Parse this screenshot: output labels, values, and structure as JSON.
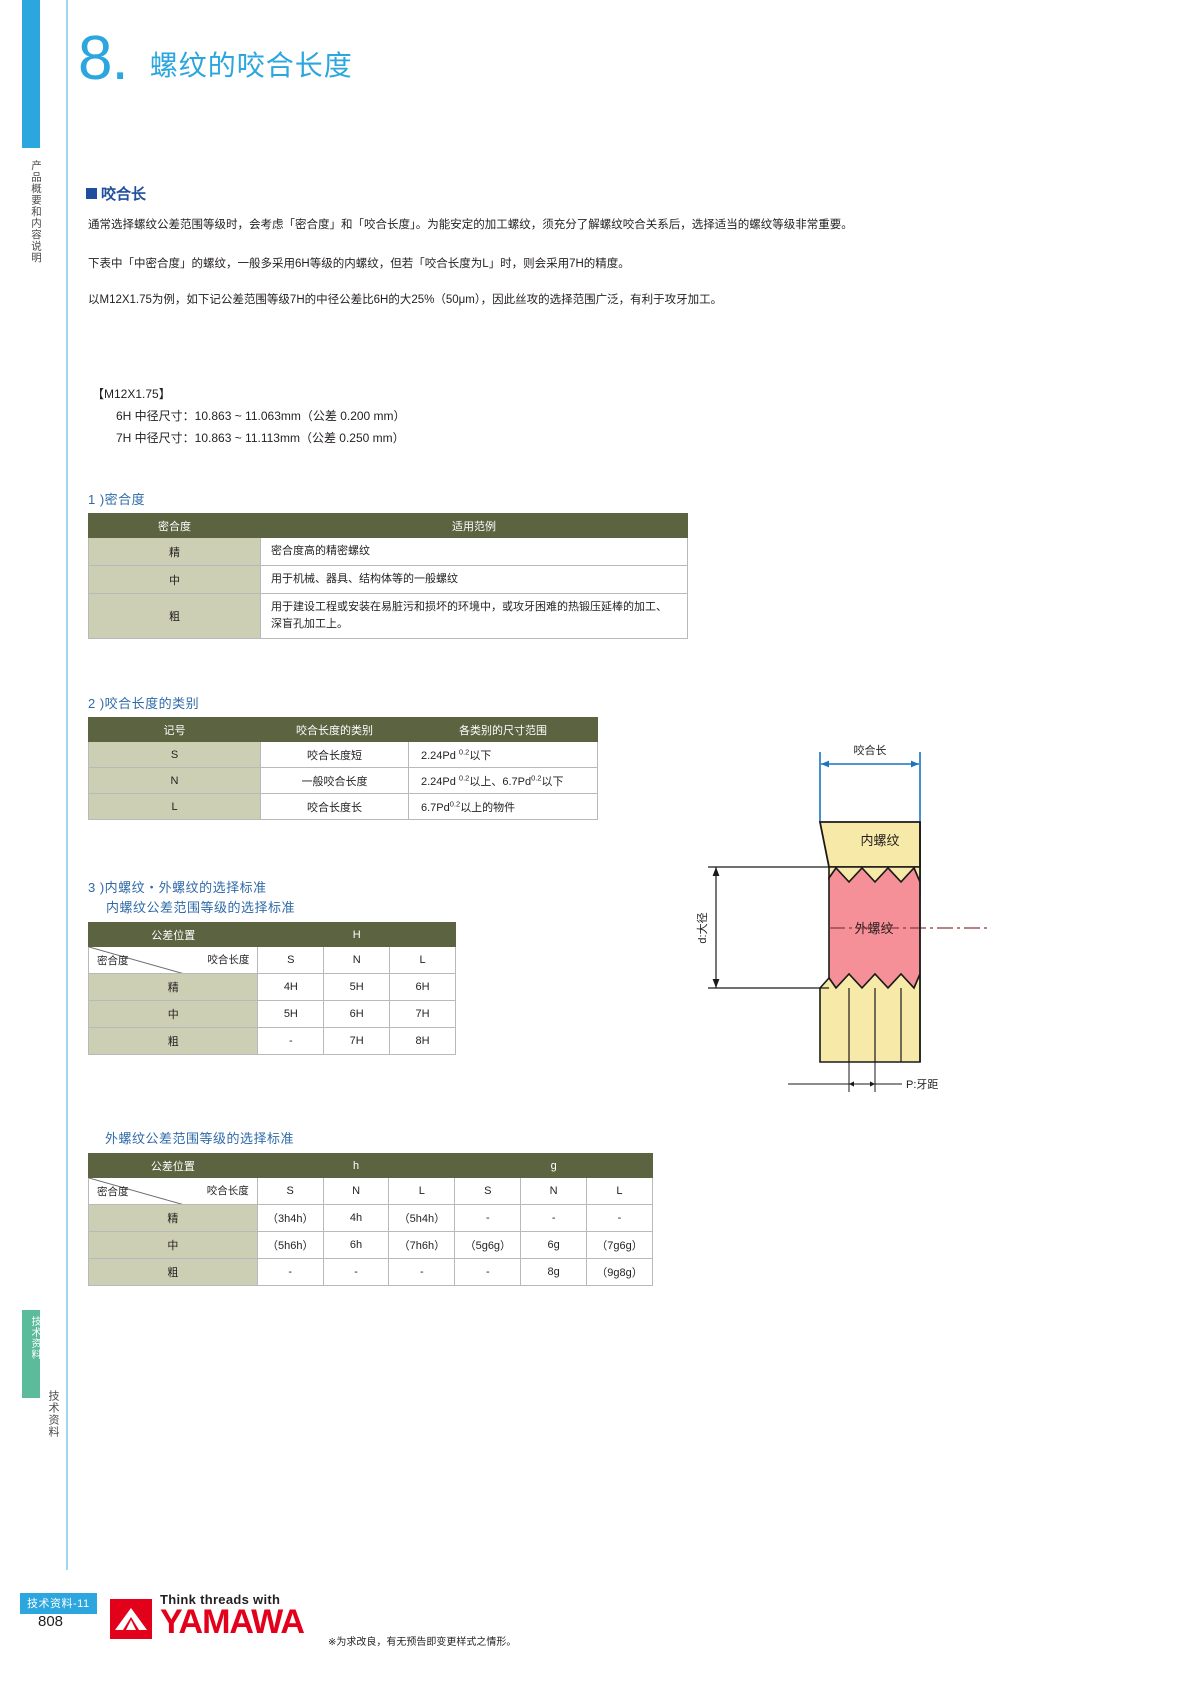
{
  "header": {
    "number": "8.",
    "title": "螺纹的咬合长度"
  },
  "side_tabs": {
    "top": "产品概要和内容说明",
    "green": "技术资料",
    "bottom": "技术资料"
  },
  "section_mark": "咬合长",
  "paragraphs": {
    "p1": "通常选择螺纹公差范围等级时，会考虑「密合度」和「咬合长度」。为能安定的加工螺纹，须充分了解螺纹咬合关系后，选择适当的螺纹等级非常重要。",
    "p2": "下表中「中密合度」的螺纹，一般多采用6H等级的内螺纹，但若「咬合长度为L」时，则会采用7H的精度。",
    "p3": "以M12X1.75为例，如下记公差范围等级7H的中径公差比6H的大25%（50μm），因此丝攻的选择范围广泛，有利于攻牙加工。"
  },
  "example": {
    "title": "【M12X1.75】",
    "line1": "6H  中径尺寸：10.863 ~ 11.063mm（公差  0.200 mm）",
    "line2": "7H  中径尺寸：10.863 ~ 11.113mm（公差  0.250 mm）"
  },
  "sections": {
    "s1": "1 )密合度",
    "s2": "2 )咬合长度的类别",
    "s3_line1": "3 )内螺纹・外螺纹的选择标准",
    "s3_line2": "内螺纹公差范围等级的选择标准",
    "s4": "外螺纹公差范围等级的选择标准"
  },
  "table_mihedu": {
    "headers": [
      "密合度",
      "适用范例"
    ],
    "rows": [
      {
        "label": "精",
        "desc": "密合度高的精密螺纹"
      },
      {
        "label": "中",
        "desc": "用于机械、器具、结构体等的一般螺纹"
      },
      {
        "label": "粗",
        "desc": "用于建设工程或安装在易脏污和损坏的环境中，或攻牙困难的热锻压延棒的加工、深盲孔加工上。"
      }
    ]
  },
  "table_leibie": {
    "headers": [
      "记号",
      "咬合长度的类别",
      "各类别的尺寸范围"
    ],
    "rows": [
      {
        "mark": "S",
        "type": "咬合长度短",
        "range_pre": "2.24Pd ",
        "range_sup": "0.2",
        "range_post": "以下"
      },
      {
        "mark": "N",
        "type": "一般咬合长度",
        "range_pre": "2.24Pd ",
        "range_sup": "0.2",
        "range_post": "以上、6.7Pd",
        "range_sup2": "0.2",
        "range_post2": "以下"
      },
      {
        "mark": "L",
        "type": "咬合长度长",
        "range_pre": "6.7Pd",
        "range_sup": "0.2",
        "range_post": "以上的物件"
      }
    ]
  },
  "table_inner": {
    "pos_header": "公差位置",
    "group": "H",
    "corner_top": "咬合长度",
    "corner_bottom": "密合度",
    "sub_headers": [
      "S",
      "N",
      "L"
    ],
    "rows": [
      {
        "label": "精",
        "values": [
          "4H",
          "5H",
          "6H"
        ]
      },
      {
        "label": "中",
        "values": [
          "5H",
          "6H",
          "7H"
        ]
      },
      {
        "label": "粗",
        "values": [
          "-",
          "7H",
          "8H"
        ]
      }
    ]
  },
  "table_outer": {
    "pos_header": "公差位置",
    "groups": [
      "h",
      "g"
    ],
    "corner_top": "咬合长度",
    "corner_bottom": "密合度",
    "sub_headers": [
      "S",
      "N",
      "L",
      "S",
      "N",
      "L"
    ],
    "rows": [
      {
        "label": "精",
        "values": [
          "（3h4h）",
          "4h",
          "（5h4h）",
          "-",
          "-",
          "-"
        ]
      },
      {
        "label": "中",
        "values": [
          "（5h6h）",
          "6h",
          "（7h6h）",
          "（5g6g）",
          "6g",
          "（7g6g）"
        ]
      },
      {
        "label": "粗",
        "values": [
          "-",
          "-",
          "-",
          "-",
          "8g",
          "（9g8g）"
        ]
      }
    ]
  },
  "diagram": {
    "engagement_label": "咬合长",
    "internal_thread": "内螺纹",
    "external_thread": "外螺纹",
    "major_dia": "d:大径",
    "pitch": "P:牙距",
    "colors": {
      "internal": "#f7eaa8",
      "external": "#f69098",
      "dimension": "#1b75bc"
    }
  },
  "footer": {
    "tag": "技术资料-11",
    "page": "808",
    "logo_tagline": "Think threads with",
    "logo_name": "YAMAWA",
    "note": "※为求改良，有无预告即变更样式之情形。"
  },
  "colors": {
    "accent_blue": "#2ba6de",
    "table_header": "#5b6341",
    "table_label": "#cdcfb4",
    "heading_blue": "#2f6ba8",
    "mark_blue": "#1f4e9c",
    "brand_red": "#e3001b",
    "green_tab": "#5bbb9a"
  }
}
